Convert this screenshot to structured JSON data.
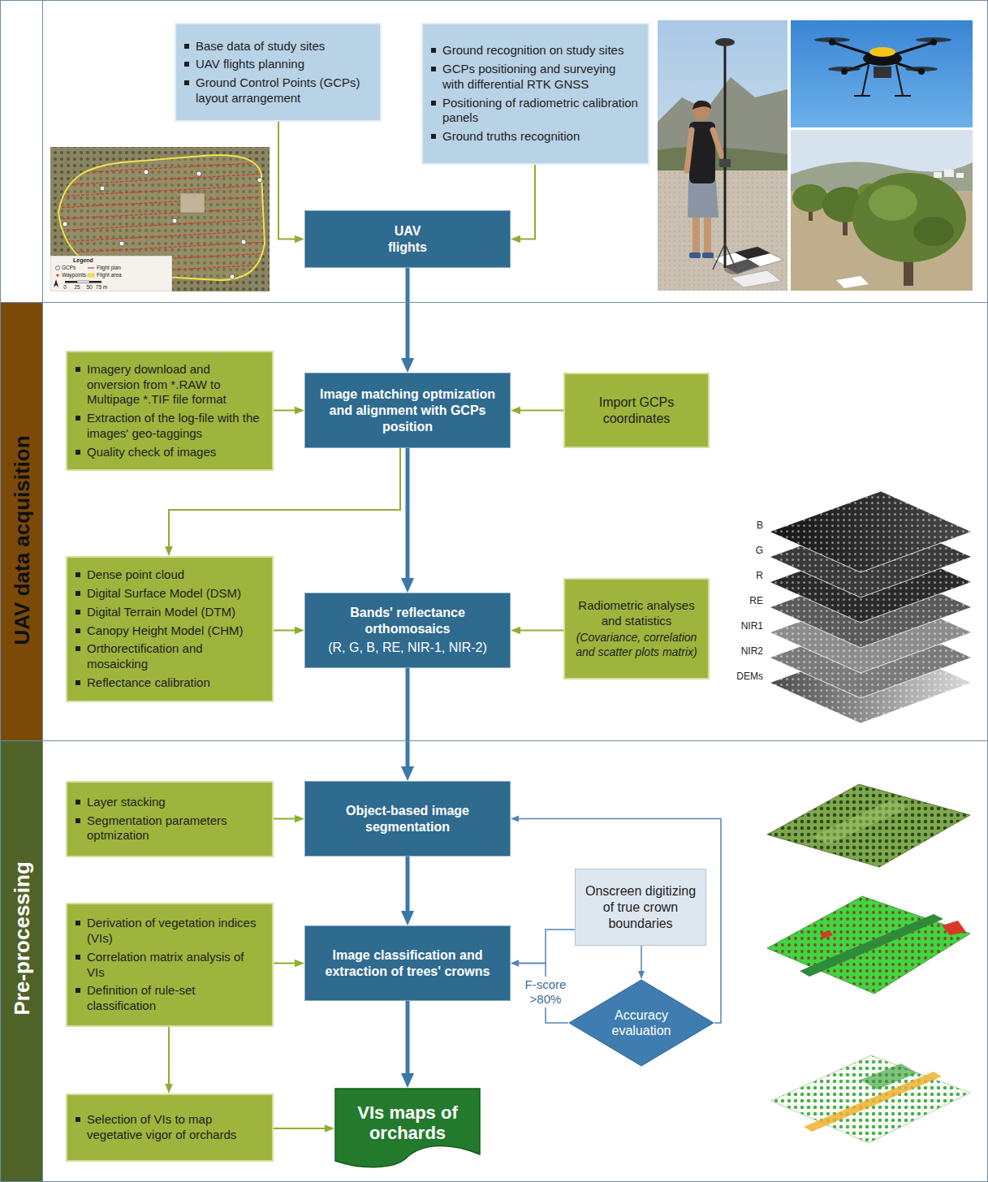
{
  "diagram": {
    "nodes": [
      {
        "text": [
          "UAV data acquisition"
        ]
      },
      {
        "text": [
          "Base data of study sites",
          "UAV flights planning",
          "Ground Control Points (GCPs) layout arrangement"
        ],
        "in": 0
      },
      {
        "text": [
          "Ground recognition on study sites",
          "GCPs positioning and surveying with differential RTK GNSS",
          "Positioning of radiometric calibration panels",
          "Ground truths recognition"
        ],
        "in": 0
      },
      {
        "text": [
          "UAV flights"
        ],
        "in": 0
      },
      {
        "text": [
          "Pre-processing"
        ]
      },
      {
        "text": [
          "Imagery download and onversion from *.RAW to Multipage *.TIF file format",
          "Extraction of the log-file with the images' geo-taggings",
          "Quality check of images"
        ],
        "in": 4
      },
      {
        "text": [
          "Image matching optmization and alignment with GCPs position"
        ],
        "in": 4
      },
      {
        "text": [
          "Import GCPs coordinates"
        ],
        "in": 4
      },
      {
        "text": [
          "Dense point cloud",
          "Digital Surface Model (DSM)",
          "Digital Terrain Model (DTM)",
          "Canopy Height Model (CHM)",
          "Orthorectification and mosaicking",
          "Reflectance calibration"
        ],
        "in": 4
      },
      {
        "text": [
          "Bands' reflectance orthomosaics",
          "(R, G, B, RE, NIR-1, NIR-2)"
        ],
        "in": 4
      },
      {
        "text": [
          "Radiometric analyses and statistics",
          "(Covariance, correlation and scatter plots matrix)"
        ],
        "in": 4
      },
      {
        "text": [
          "Processing"
        ]
      },
      {
        "text": [
          "Layer stacking",
          "Segmentation parameters optmization"
        ],
        "in": 11
      },
      {
        "text": [
          "Object-based image segmentation"
        ],
        "in": 11
      },
      {
        "text": [
          "Derivation of vegetation indices (VIs)",
          "Correlation matrix analysis of VIs",
          "Definition of rule-set classification"
        ],
        "in": 11
      },
      {
        "text": [
          "Image classification and extraction of trees' crowns"
        ],
        "in": 11
      },
      {
        "text": [
          "Onscreen digitizing of true crown boundaries"
        ],
        "in": 11
      },
      {
        "text": [
          "Accuracy evaluation"
        ],
        "in": 11
      },
      {
        "text": [
          "Selection of VIs to map vegetative vigor of orchards"
        ],
        "in": 11
      },
      {
        "text": [
          "VIs maps of orchards"
        ],
        "in": 11
      }
    ],
    "edges": [
      {
        "from": 1,
        "to": 3,
        "arrow": "to"
      },
      {
        "from": 2,
        "to": 3,
        "arrow": "to"
      },
      {
        "from": 3,
        "to": 6,
        "arrow": "to"
      },
      {
        "from": 5,
        "to": 6,
        "arrow": "to"
      },
      {
        "from": 7,
        "to": 6,
        "arrow": "to"
      },
      {
        "from": 6,
        "to": 8,
        "arrow": "to"
      },
      {
        "from": 6,
        "to": 9,
        "arrow": "to"
      },
      {
        "from": 8,
        "to": 9,
        "arrow": "to"
      },
      {
        "from": 10,
        "to": 9,
        "arrow": "to"
      },
      {
        "from": 9,
        "to": 13,
        "arrow": "to"
      },
      {
        "from": 12,
        "to": 13,
        "arrow": "to"
      },
      {
        "from": 13,
        "to": 15,
        "arrow": "to"
      },
      {
        "from": 14,
        "to": 15,
        "arrow": "to"
      },
      {
        "from": 15,
        "to": 19,
        "arrow": "to"
      },
      {
        "from": 14,
        "to": 18,
        "arrow": "to"
      },
      {
        "from": 18,
        "to": 19,
        "arrow": "to"
      },
      {
        "from": 16,
        "to": 17,
        "arrow": "to"
      },
      {
        "from": 17,
        "to": 13,
        "arrow": "to"
      },
      {
        "from": 16,
        "to": 15,
        "arrow": "to"
      },
      {
        "from": 17,
        "to": 15,
        "arrow": "to",
        "label": "F-score >80%"
      }
    ],
    "labels": [
      "Legend",
      "0",
      "25",
      "50",
      "75 m",
      "B",
      "G",
      "R",
      "RE",
      "NIR1",
      "NIR2",
      "DEMs"
    ],
    "legend": [
      {
        "text": "GCPs"
      },
      {
        "text": "Waypoints"
      },
      {
        "text": "Flight plan"
      },
      {
        "text": "Flight area"
      }
    ]
  }
}
